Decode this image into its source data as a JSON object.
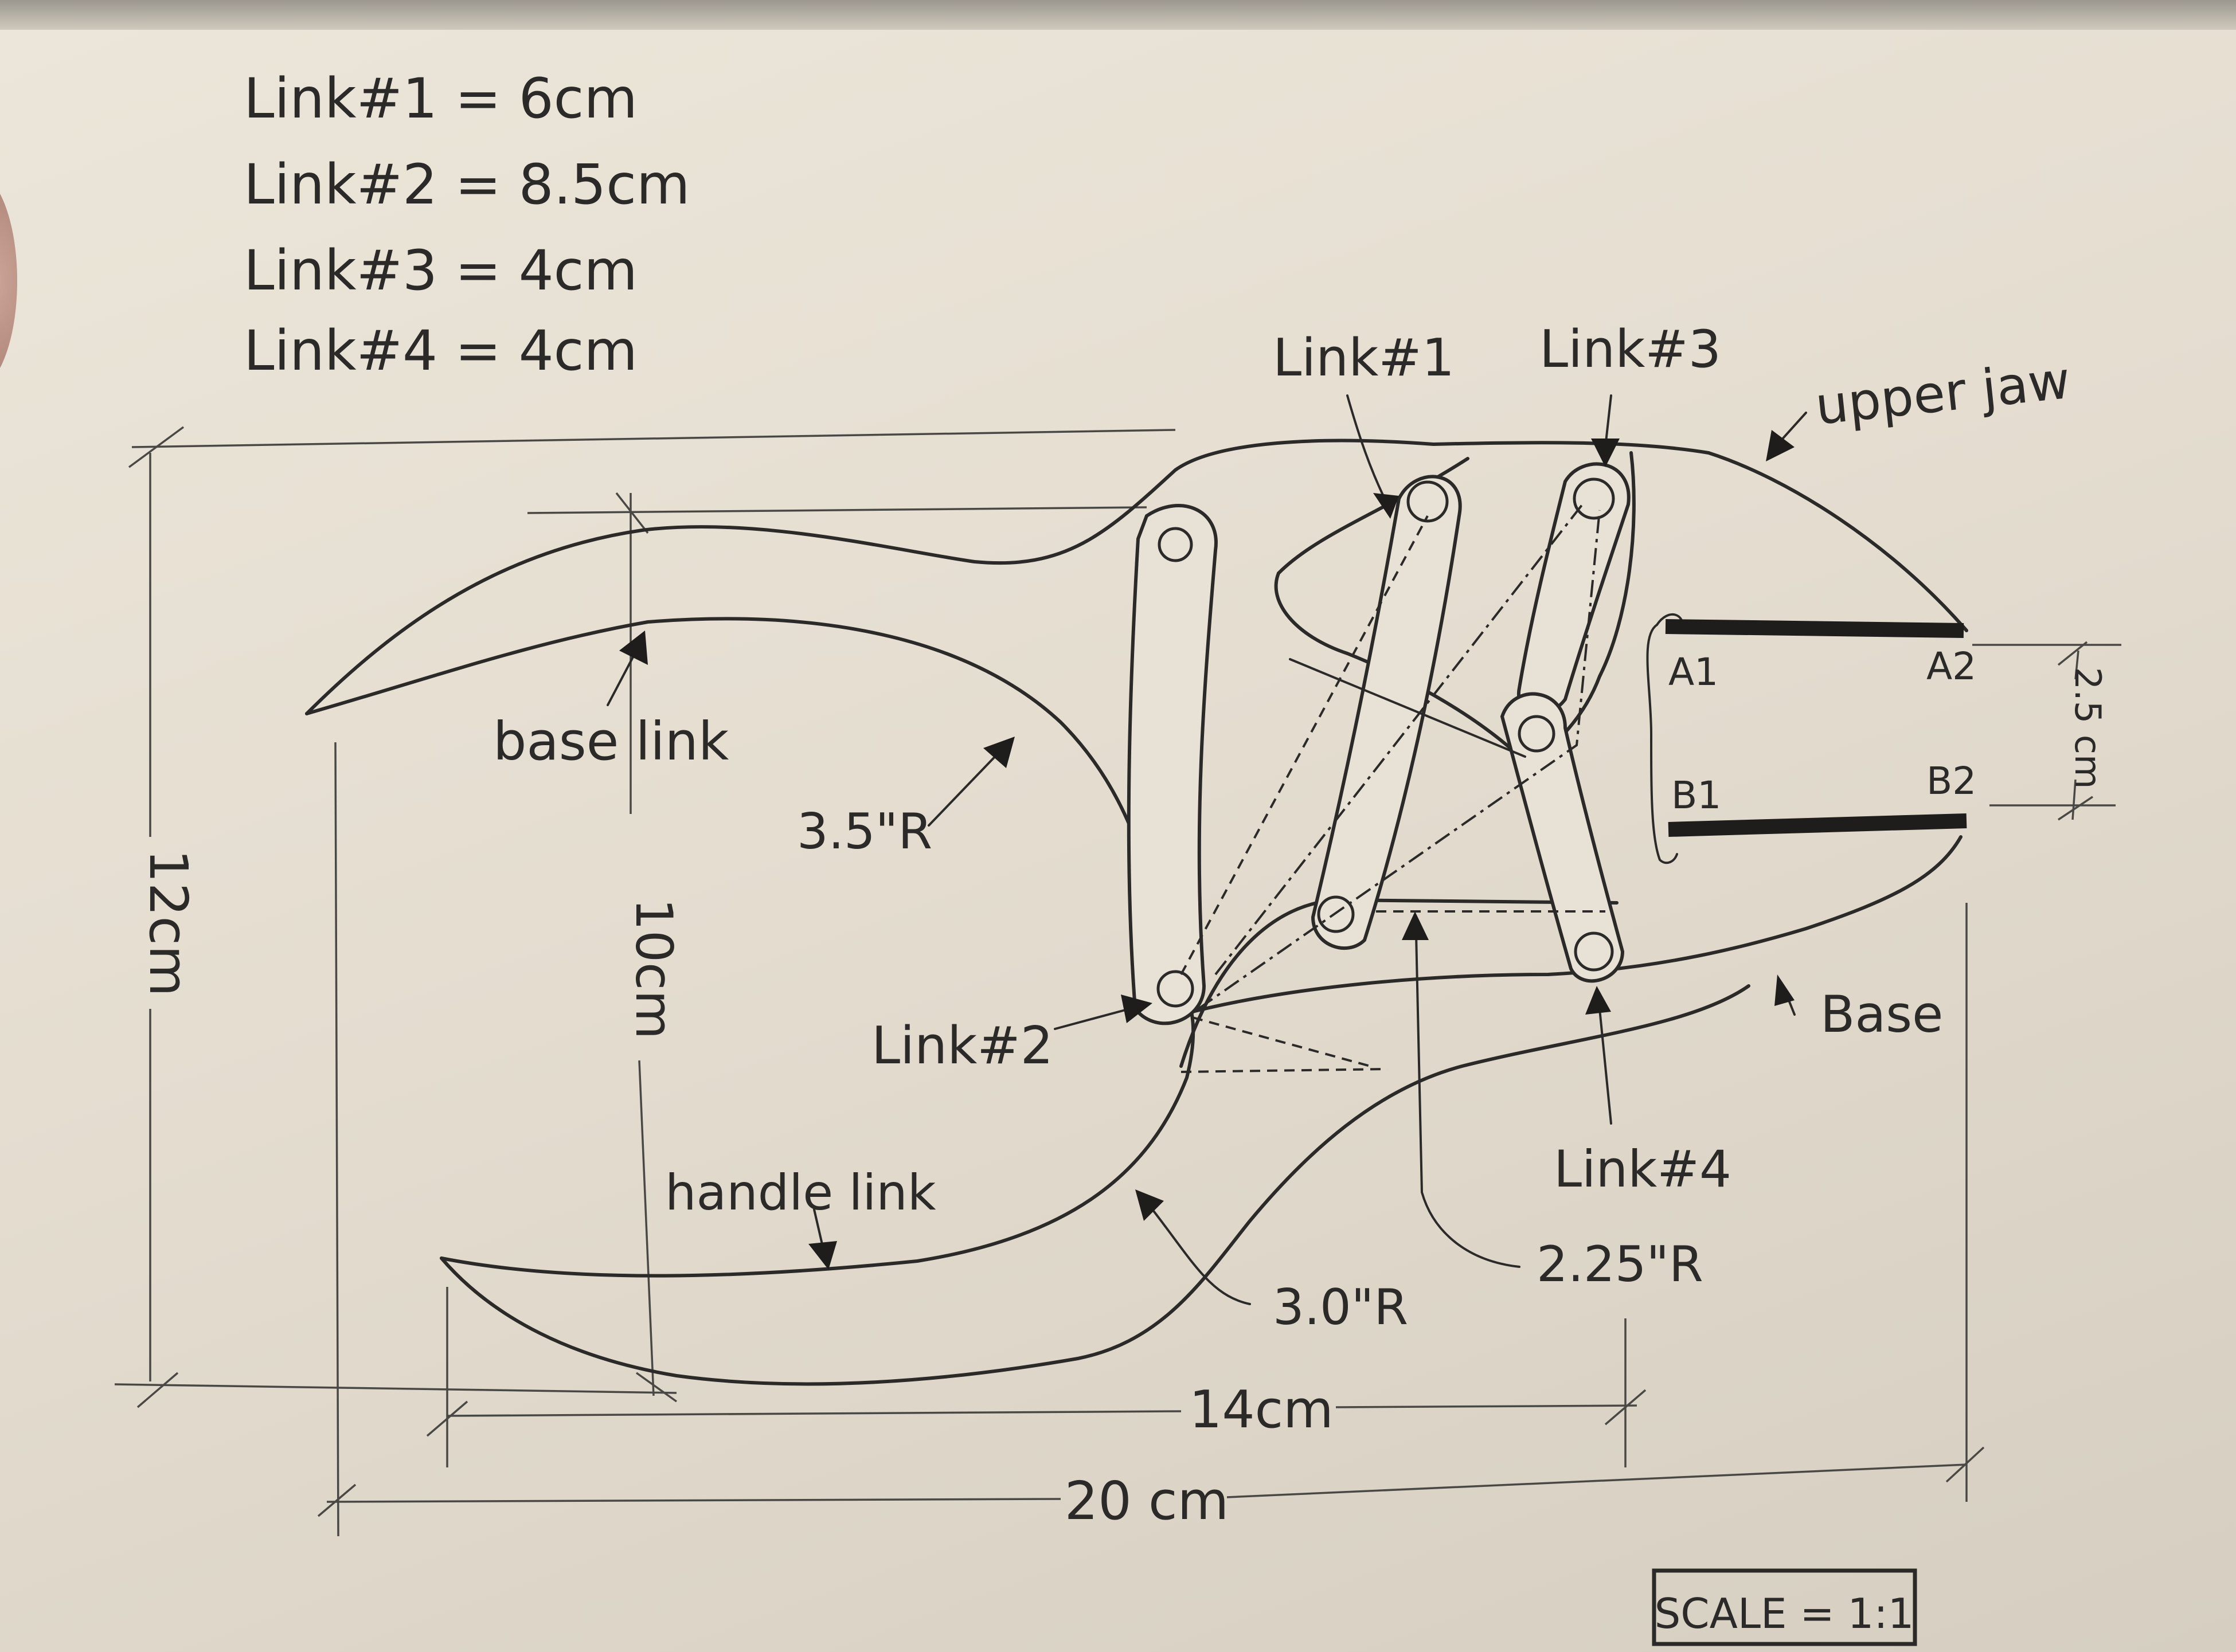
{
  "link_specs": [
    "Link#1 = 6cm",
    "Link#2 = 8.5cm",
    "Link#3 = 4cm",
    "Link#4 = 4cm"
  ],
  "labels": {
    "link1": "Link#1",
    "link2": "Link#2",
    "link3": "Link#3",
    "link4": "Link#4",
    "upper_jaw": "upper jaw",
    "base": "Base",
    "base_link": "base link",
    "handle_link": "handle link",
    "a1": "A1",
    "a2": "A2",
    "b1": "B1",
    "b2": "B2"
  },
  "dimensions": {
    "height": "12cm",
    "inner_height": "10cm",
    "width_inner": "14cm",
    "width_total": "20 cm",
    "gap": "2.5 cm",
    "radius_top": "3.5\"R",
    "radius_bottom": "3.0\"R",
    "radius_mid": "2.25\"R"
  },
  "scale": "SCALE = 1:1"
}
